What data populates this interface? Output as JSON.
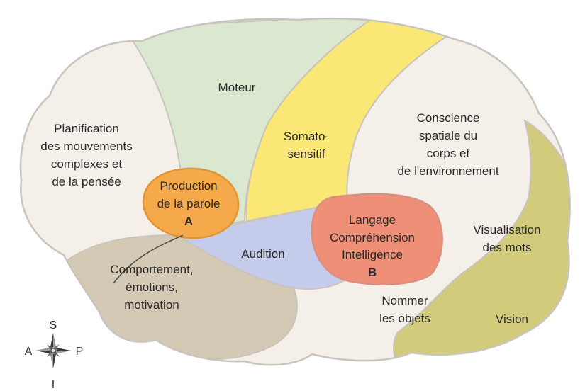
{
  "regions": {
    "moteur": {
      "lines": [
        "Moteur"
      ]
    },
    "planification": {
      "lines": [
        "Planification",
        "des mouvements",
        "complexes et",
        "de la pensée"
      ]
    },
    "somato": {
      "lines": [
        "Somato-",
        "sensitif"
      ]
    },
    "conscience": {
      "lines": [
        "Conscience",
        "spatiale du",
        "corps et",
        "de l'environnement"
      ]
    },
    "production": {
      "lines": [
        "Production",
        "de la parole"
      ],
      "marker": "A"
    },
    "langage": {
      "lines": [
        "Langage",
        "Compréhension",
        "Intelligence"
      ],
      "marker": "B"
    },
    "audition": {
      "lines": [
        "Audition"
      ]
    },
    "visualisation": {
      "lines": [
        "Visualisation",
        "des mots"
      ]
    },
    "comportement": {
      "lines": [
        "Comportement,",
        "émotions,",
        "motivation"
      ]
    },
    "nommer": {
      "lines": [
        "Nommer",
        "les objets"
      ]
    },
    "vision": {
      "lines": [
        "Vision"
      ]
    }
  },
  "compass": {
    "north": "S",
    "west": "A",
    "east": "P",
    "south": "I"
  },
  "colors": {
    "base": "#f4efe8",
    "moteur": "#dbe8d0",
    "somato": "#fae775",
    "production": "#f5a94a",
    "langage": "#ef8f78",
    "audition": "#c5cceb",
    "comportement": "#d3c9b4",
    "vision": "#d2cb7c",
    "outline": "#c9c4bd"
  }
}
